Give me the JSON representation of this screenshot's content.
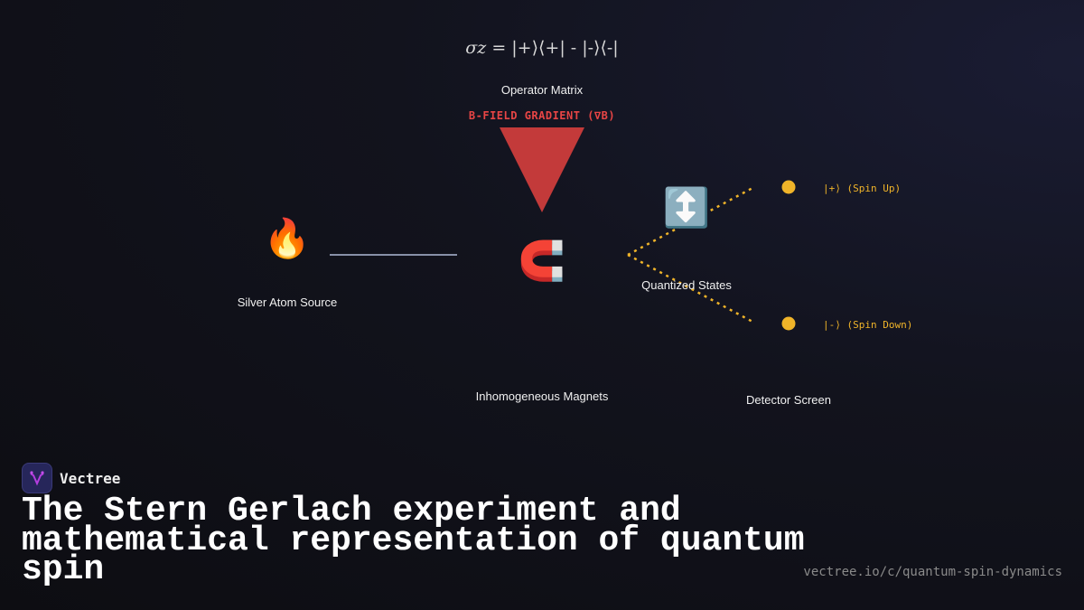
{
  "operator": {
    "symbol": "σz",
    "equation": " = |+⟩⟨+| - |-⟩⟨-|",
    "label": "Operator Matrix"
  },
  "gradient_label": "B-FIELD GRADIENT (∇B)",
  "source": {
    "icon": "fire-icon",
    "emoji": "🔥",
    "label": "Silver Atom Source"
  },
  "magnets": {
    "icon": "magnet-icon",
    "emoji": "🧲",
    "label": "Inhomogeneous Magnets"
  },
  "states": {
    "icon": "up-down-arrow-icon",
    "emoji": "↕️",
    "label": "Quantized States"
  },
  "detector": {
    "label": "Detector Screen",
    "spin_up": "|+⟩ (Spin Up)",
    "spin_down": "|-⟩ (Spin Down)"
  },
  "colors": {
    "accent_red": "#c33a3a",
    "spin_yellow": "#f0b429",
    "beam": "#8890a8"
  },
  "brand": {
    "name": "Vectree"
  },
  "title": "The Stern Gerlach experiment and mathematical representation of quantum spin",
  "url": "vectree.io/c/quantum-spin-dynamics"
}
